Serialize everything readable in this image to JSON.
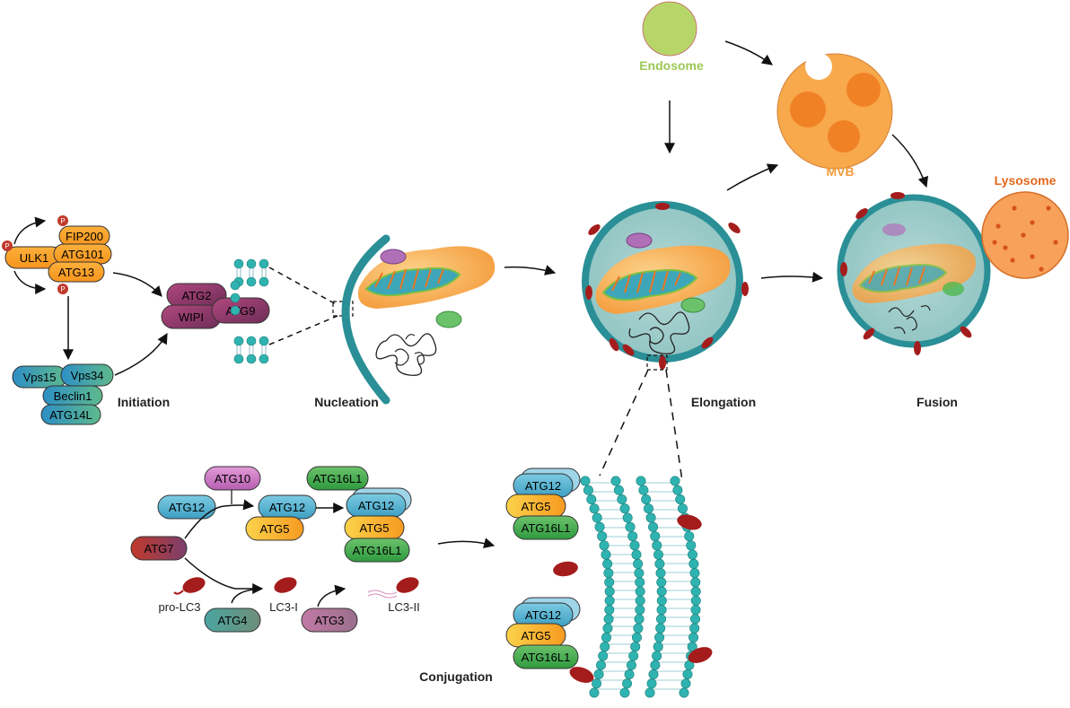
{
  "colors": {
    "membrane": "#2a8f96",
    "bead": "#2fb3b0",
    "lc3": "#a51c1c",
    "endosome": "#b7d66a",
    "endosome_label": "#9bc855",
    "mvb": "#f7a94b",
    "mvb_label": "#f19a3a",
    "lysosome": "#f39a53",
    "lysosome_label": "#e2681e",
    "orange_protein": "#f7941d",
    "purple_protein": "#8e3a6a",
    "blue_protein": "#4fb4d2",
    "green_protein": "#3aab48",
    "yellow_protein": "#f7b72a",
    "lilac_protein": "#c874c2"
  },
  "stages": {
    "initiation": "Initiation",
    "nucleation": "Nucleation",
    "elongation": "Elongation",
    "fusion": "Fusion",
    "conjugation": "Conjugation"
  },
  "organelles": {
    "endosome": "Endosome",
    "mvb": "MVB",
    "lysosome": "Lysosome"
  },
  "initiation": {
    "ulk_complex": [
      "ULK1",
      "FIP200",
      "ATG101",
      "ATG13"
    ],
    "phospho_mark": "P",
    "pi3k_complex": [
      "Vps15",
      "Vps34",
      "Beclin1",
      "ATG14L"
    ],
    "atg9_complex": [
      "ATG2",
      "WIPI",
      "ATG9"
    ]
  },
  "conjugation": {
    "atg7": "ATG7",
    "atg10": "ATG10",
    "atg12": "ATG12",
    "atg5": "ATG5",
    "atg16l1": "ATG16L1",
    "atg4": "ATG4",
    "atg3": "ATG3",
    "pro_lc3": "pro-LC3",
    "lc3_i": "LC3-I",
    "lc3_ii": "LC3-II"
  }
}
